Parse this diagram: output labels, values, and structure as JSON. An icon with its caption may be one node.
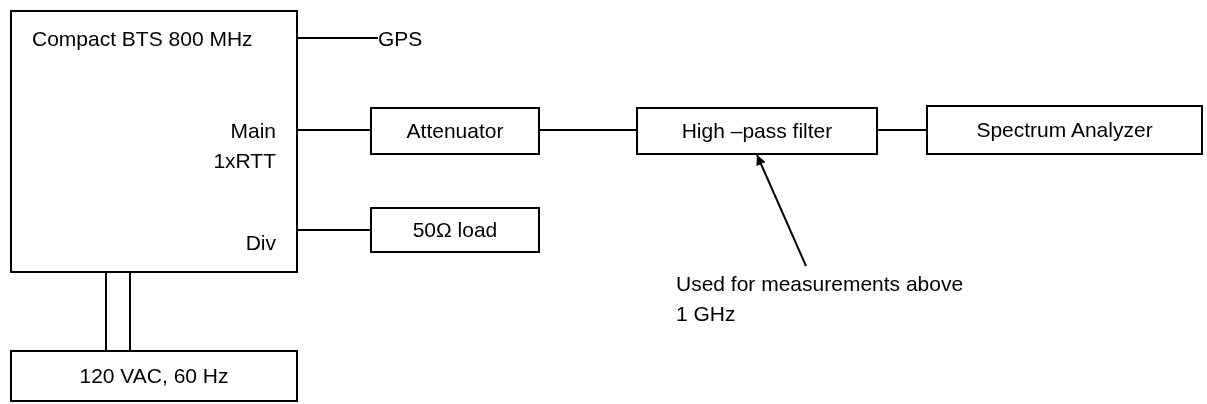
{
  "diagram": {
    "nodes": [
      {
        "text": [
          "Compact BTS 800 MHz",
          "Main 1xRTT",
          "Div"
        ]
      },
      {
        "text": [
          "GPS"
        ]
      },
      {
        "text": [
          "Attenuator"
        ]
      },
      {
        "text": [
          "High –pass filter"
        ]
      },
      {
        "text": [
          "Spectrum Analyzer"
        ]
      },
      {
        "text": [
          "50Ω load"
        ]
      },
      {
        "text": [
          "120 VAC, 60 Hz"
        ]
      },
      {
        "text": [
          "Used for measurements above 1 GHz"
        ]
      }
    ],
    "edges": [
      {
        "from": 0,
        "to": 1,
        "arrow": "none"
      },
      {
        "from": 0,
        "to": 2,
        "arrow": "none"
      },
      {
        "from": 2,
        "to": 3,
        "arrow": "none"
      },
      {
        "from": 3,
        "to": 4,
        "arrow": "none"
      },
      {
        "from": 0,
        "to": 5,
        "arrow": "none"
      },
      {
        "from": 0,
        "to": 6,
        "arrow": "none"
      },
      {
        "from": 0,
        "to": 6,
        "arrow": "none"
      },
      {
        "from": 7,
        "to": 3,
        "arrow": "to"
      }
    ]
  }
}
